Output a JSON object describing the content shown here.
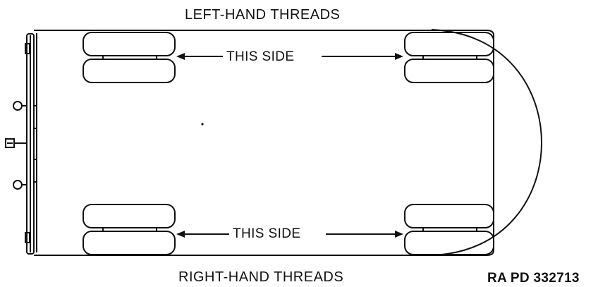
{
  "labels": {
    "top": "LEFT-HAND THREADS",
    "bottom": "RIGHT-HAND THREADS",
    "this_side_top": "THIS SIDE",
    "this_side_bottom": "THIS SIDE",
    "plate_code": "RA PD 332713"
  },
  "colors": {
    "ink": "#111111",
    "background": "#ffffff"
  }
}
